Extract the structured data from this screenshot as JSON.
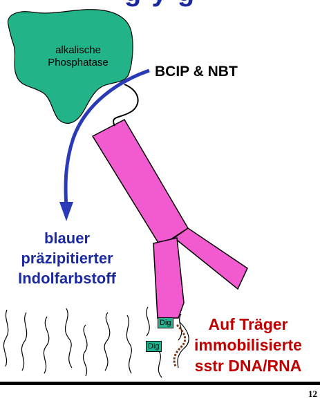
{
  "title_fragment": "g y                g",
  "enzyme": {
    "line1": "alkalische",
    "line2": "Phosphatase",
    "color": "#22b389"
  },
  "substrate": "BCIP & NBT",
  "product": {
    "line1": "blauer",
    "line2": "präzipitierter",
    "line3": "Indolfarbstoff",
    "color": "#1c2aa0"
  },
  "carrier": {
    "line1": "Auf  Träger",
    "line2": "immobilisierte",
    "line3": "sstr DNA/RNA",
    "color": "#c00000"
  },
  "labels": {
    "dig_top": "Dig",
    "dig_bottom": "Dig"
  },
  "antibody_color": "#f25bd0",
  "page_number": "12"
}
